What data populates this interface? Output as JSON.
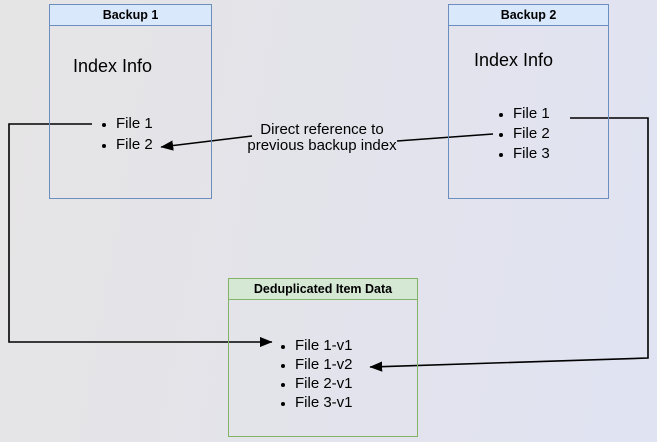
{
  "nodes": {
    "backup1": {
      "title": "Backup 1",
      "label": "Index Info",
      "files": [
        "File 1",
        "File 2"
      ]
    },
    "backup2": {
      "title": "Backup 2",
      "label": "Index Info",
      "files": [
        "File 1",
        "File 2",
        "File 3"
      ]
    },
    "dedup": {
      "title": "Deduplicated Item Data",
      "files": [
        "File 1-v1",
        "File 1-v2",
        "File 2-v1",
        "File 3-v1"
      ]
    }
  },
  "annotation": {
    "line1": "Direct reference to",
    "line2": "previous backup index"
  },
  "colors": {
    "node_border_blue": "#6c8ebf",
    "node_header_blue": "#dae8fc",
    "node_border_green": "#82b366",
    "node_header_green": "#d5e8d4",
    "arrow": "#000000"
  }
}
